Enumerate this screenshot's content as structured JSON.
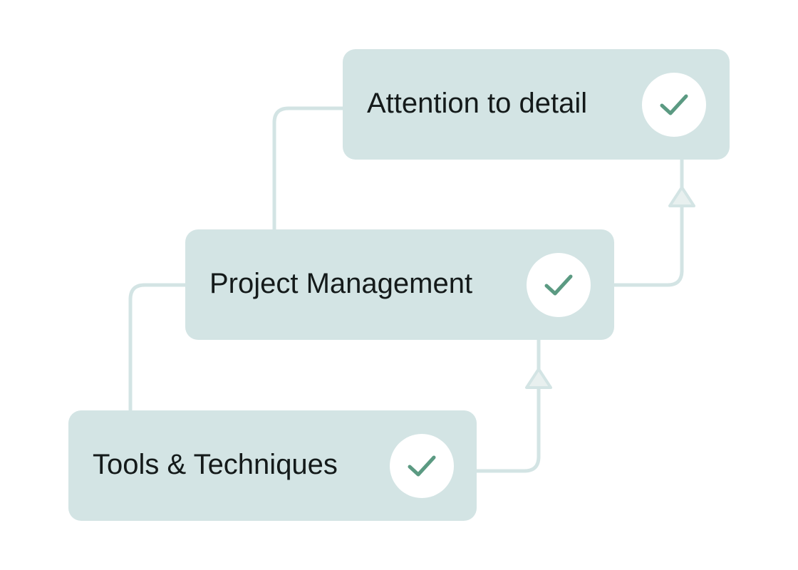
{
  "diagram": {
    "nodes": [
      {
        "id": "attention",
        "label": "Attention to detail",
        "status": "check-icon"
      },
      {
        "id": "project",
        "label": "Project Management",
        "status": "check-icon"
      },
      {
        "id": "tools",
        "label": "Tools & Techniques",
        "status": "check-icon"
      }
    ],
    "edges": [
      {
        "from": "tools",
        "to": "project"
      },
      {
        "from": "project",
        "to": "attention"
      }
    ]
  },
  "colors": {
    "card_bg": "#d3e4e4",
    "connector": "#d3e4e4",
    "arrowhead_fill": "#e8f0ef",
    "check": "#5b9a82",
    "badge_bg": "#ffffff",
    "text": "#141a1a"
  }
}
